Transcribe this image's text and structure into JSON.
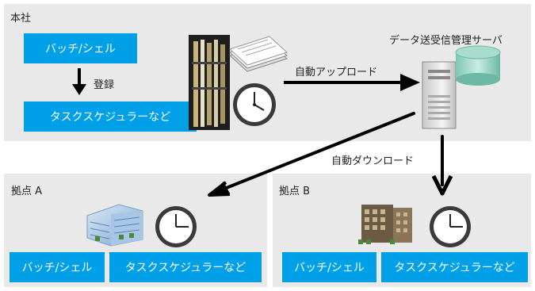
{
  "hq": {
    "title": "本社",
    "batch_label": "バッチ/シェル",
    "register_label": "登録",
    "scheduler_label": "タスクスケジュラーなど"
  },
  "server": {
    "title": "データ送受信管理サーバ",
    "upload_label": "自動アップロード",
    "download_label": "自動ダウンロード"
  },
  "branch_a": {
    "title": "拠点 A",
    "batch_label": "バッチ/シェル",
    "scheduler_label": "タスクスケジュラーなど"
  },
  "branch_b": {
    "title": "拠点 B",
    "batch_label": "バッチ/シェル",
    "scheduler_label": "タスクスケジュラーなど"
  },
  "colors": {
    "panel_bg": "#e9e9e9",
    "box_blue": "#00a0e9",
    "arrow": "#000000"
  },
  "icons": [
    "document-icon",
    "server-rack-icon",
    "clock-icon",
    "server-tower-icon",
    "office-building-icon"
  ]
}
